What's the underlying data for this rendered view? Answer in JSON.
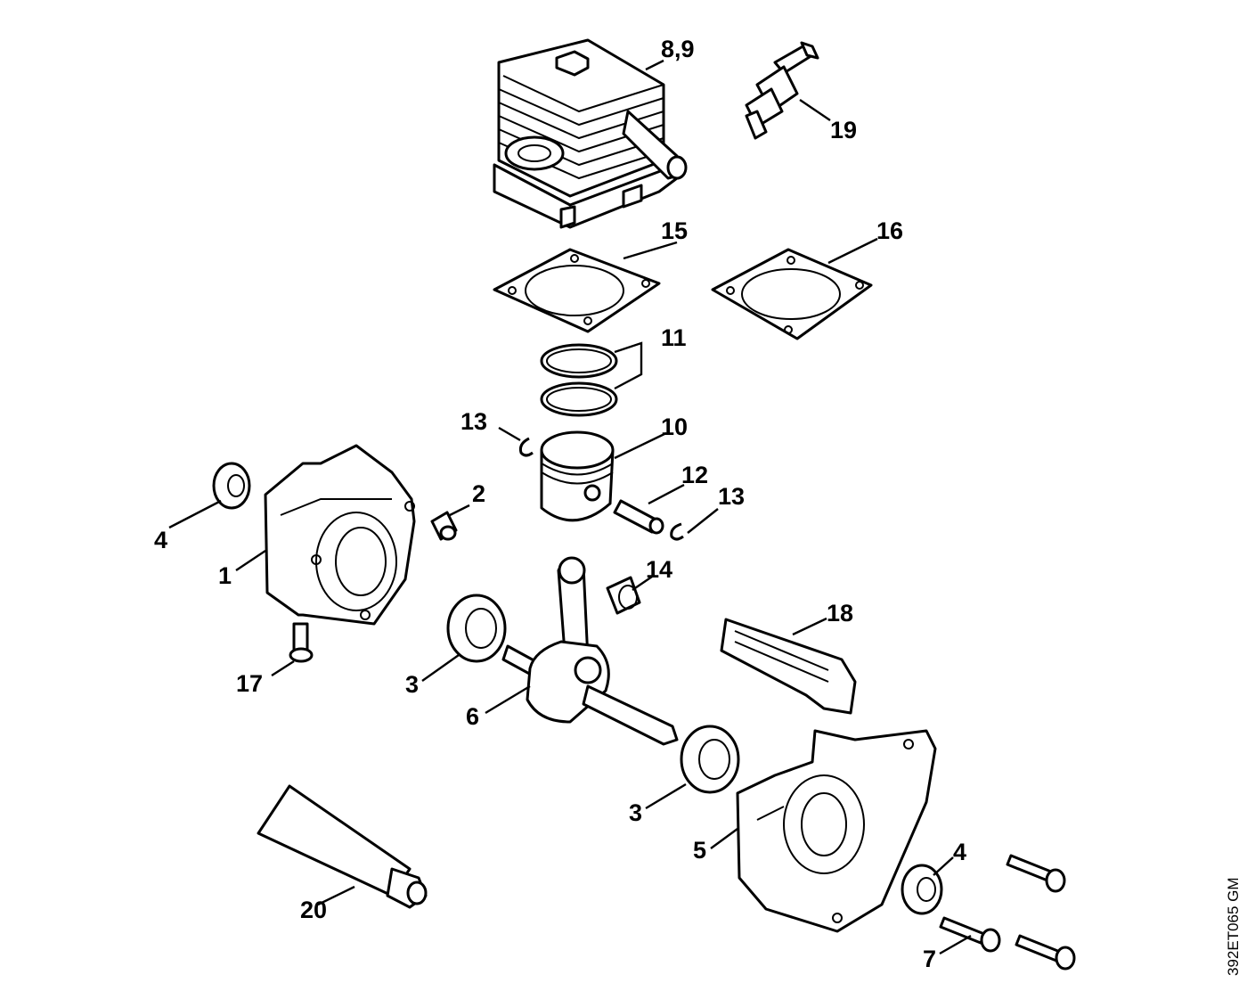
{
  "diagram": {
    "drawing_code": "392ET065 GM",
    "callouts": {
      "c_8_9": "8,9",
      "c_19": "19",
      "c_15": "15",
      "c_16": "16",
      "c_11": "11",
      "c_13a": "13",
      "c_10": "10",
      "c_12": "12",
      "c_13b": "13",
      "c_4a": "4",
      "c_2": "2",
      "c_1": "1",
      "c_14": "14",
      "c_18": "18",
      "c_17": "17",
      "c_3a": "3",
      "c_6": "6",
      "c_3b": "3",
      "c_5": "5",
      "c_4b": "4",
      "c_20": "20",
      "c_7": "7"
    }
  }
}
